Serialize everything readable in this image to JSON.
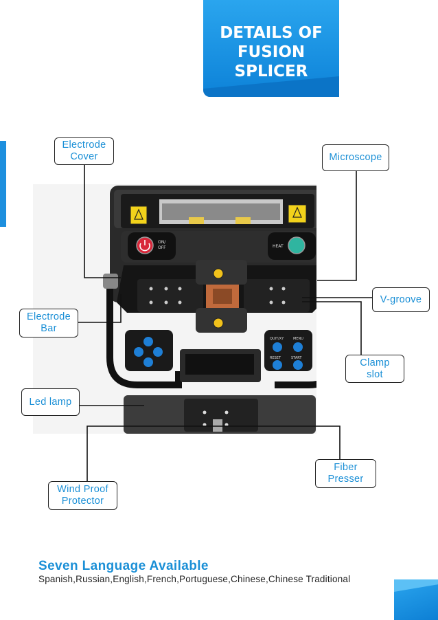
{
  "banner": {
    "title": "DETAILS OF\nFUSION\nSPLICER"
  },
  "callouts": {
    "electrode_cover": "Electrode\nCover",
    "microscope": "Microscope",
    "v_groove": "V-groove",
    "electrode_bar": "Electrode\nBar",
    "clamp_slot": "Clamp\nslot",
    "led_lamp": "Led lamp",
    "fiber_presser": "Fiber\nPresser",
    "wind_proof_protector": "Wind Proof\nProtector"
  },
  "device": {
    "power_label": "ON/\nOFF",
    "heat_label": "HEAT",
    "quit_label": "QUIT/XY",
    "menu_label": "MENU",
    "reset_label": "RESET",
    "start_label": "START"
  },
  "languages": {
    "title": "Seven Language Available",
    "list": "Spanish,Russian,English,French,Portuguese,Chinese,Chinese Traditional"
  },
  "colors": {
    "accent": "#1a8fd6",
    "banner": "#1d8fde",
    "device_body": "#1e1e1e",
    "warning": "#f2d21b"
  }
}
